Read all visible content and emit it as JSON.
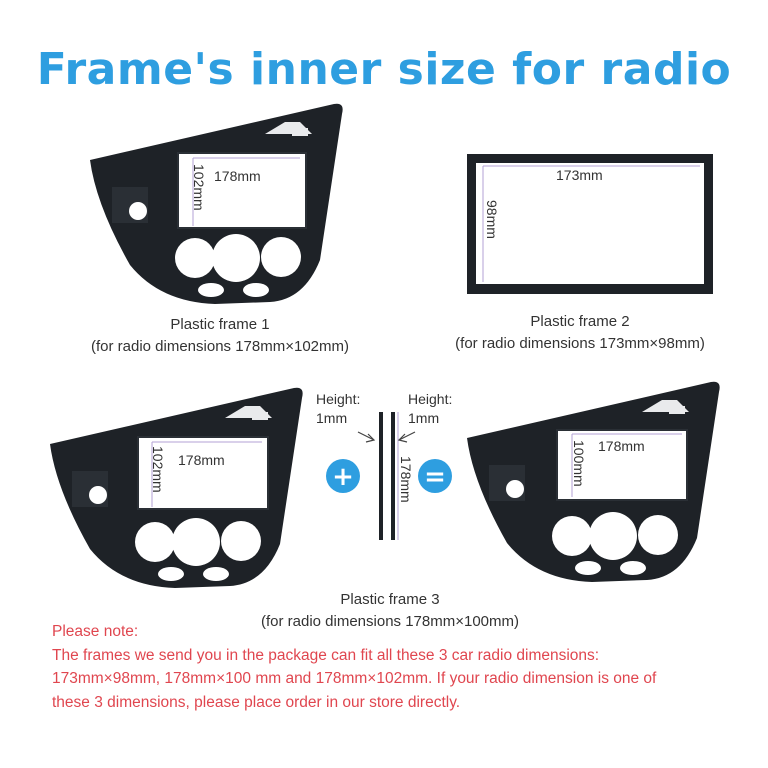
{
  "title": "Frame's inner size for radio",
  "colors": {
    "title_blue": "#2e9ee0",
    "note_red": "#e0464f",
    "frame_black": "#1e2227",
    "guide_purple": "#b3a2d6",
    "badge_blue": "#2e9ee0"
  },
  "frame1": {
    "width_label": "178mm",
    "height_label": "102mm",
    "caption_line1": "Plastic frame 1",
    "caption_line2": "(for radio dimensions 178mm×102mm)"
  },
  "frame2": {
    "width_label": "173mm",
    "height_label": "98mm",
    "caption_line1": "Plastic frame 2",
    "caption_line2": "(for radio dimensions 173mm×98mm)"
  },
  "frame3": {
    "left_width_label": "178mm",
    "left_height_label": "102mm",
    "strip_left_label_line1": "Height:",
    "strip_left_label_line2": "1mm",
    "strip_right_label_line1": "Height:",
    "strip_right_label_line2": "1mm",
    "strip_length_label": "178mm",
    "plus_symbol": "+",
    "equals_symbol": "=",
    "right_width_label": "178mm",
    "right_height_label": "100mm",
    "caption_line1": "Plastic frame 3",
    "caption_line2": "(for radio dimensions 178mm×100mm)"
  },
  "note": {
    "heading": "Please note:",
    "line1": "The frames we send you in the package can fit all these 3 car radio dimensions:",
    "line2": "173mm×98mm,  178mm×100 mm and  178mm×102mm. If your radio dimension is one of",
    "line3": "these 3 dimensions, please place order in our store directly."
  }
}
